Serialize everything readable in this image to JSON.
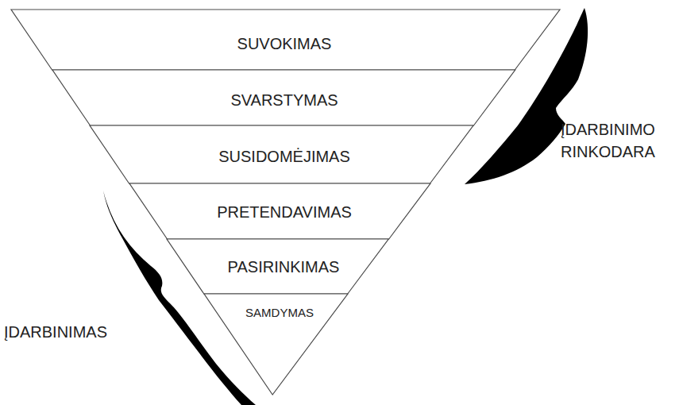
{
  "diagram": {
    "nodes": [
      {
        "text": [
          "SUVOKIMAS"
        ]
      },
      {
        "text": [
          "SVARSTYMAS"
        ]
      },
      {
        "text": [
          "SUSIDOMĖJIMAS"
        ]
      },
      {
        "text": [
          "PRETENDAVIMAS"
        ]
      },
      {
        "text": [
          "PASIRINKIMAS"
        ]
      },
      {
        "text": [
          "SAMDYMAS"
        ]
      }
    ],
    "labels": [
      "ĮDARBINIMO RINKODARA",
      "ĮDARBINIMAS"
    ]
  }
}
